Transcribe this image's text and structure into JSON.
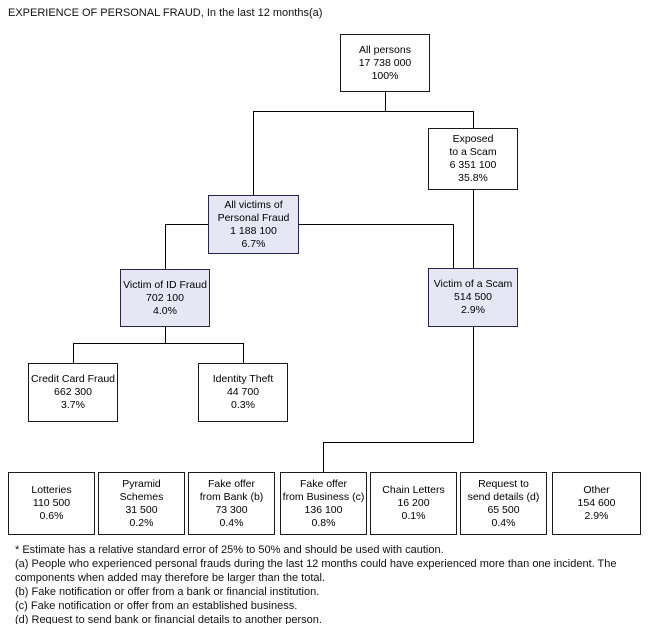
{
  "title": "EXPERIENCE OF PERSONAL FRAUD, In the last 12 months(a)",
  "colors": {
    "highlight_fill": "#e6e6f5",
    "box_border": "#1a1a1a",
    "connector": "#000000",
    "background": "#ffffff"
  },
  "nodes": {
    "all_persons": {
      "label": "All persons",
      "value": "17 738 000",
      "pct": "100%"
    },
    "exposed_scam": {
      "label": "Exposed\nto a Scam",
      "value": "6 351 100",
      "pct": "35.8%"
    },
    "all_victims": {
      "label": "All victims of\nPersonal Fraud",
      "value": "1 188 100",
      "pct": "6.7%"
    },
    "id_fraud": {
      "label": "Victim of ID Fraud",
      "value": "702 100",
      "pct": "4.0%"
    },
    "scam_victim": {
      "label": "Victim of a Scam",
      "value": "514 500",
      "pct": "2.9%"
    },
    "credit_card": {
      "label": "Credit Card Fraud",
      "value": "662 300",
      "pct": "3.7%"
    },
    "identity_theft": {
      "label": "Identity Theft",
      "value": "44 700",
      "pct": "0.3%"
    },
    "lotteries": {
      "label": "Lotteries",
      "value": "110 500",
      "pct": "0.6%"
    },
    "pyramid": {
      "label": "Pyramid Schemes",
      "value": "31 500",
      "pct": "0.2%"
    },
    "fake_bank": {
      "label": "Fake offer\nfrom Bank (b)",
      "value": "73 300",
      "pct": "0.4%"
    },
    "fake_business": {
      "label": "Fake offer\nfrom Business (c)",
      "value": "136 100",
      "pct": "0.8%"
    },
    "chain_letters": {
      "label": "Chain Letters",
      "value": "16 200",
      "pct": "0.1%"
    },
    "request_details": {
      "label": "Request to\nsend details (d)",
      "value": "65 500",
      "pct": "0.4%"
    },
    "other": {
      "label": "Other",
      "value": "154 600",
      "pct": "2.9%"
    }
  },
  "footnotes": [
    "* Estimate has a relative standard error of 25% to 50% and should be used with caution.",
    "(a) People who experienced personal frauds during the last 12 months could have experienced more than one incident. The components when added may therefore be larger than the total.",
    "(b) Fake notification or offer from a bank or financial institution.",
    "(c) Fake notification or offer from an established business.",
    "(d) Request to send bank or financial details to another person."
  ]
}
